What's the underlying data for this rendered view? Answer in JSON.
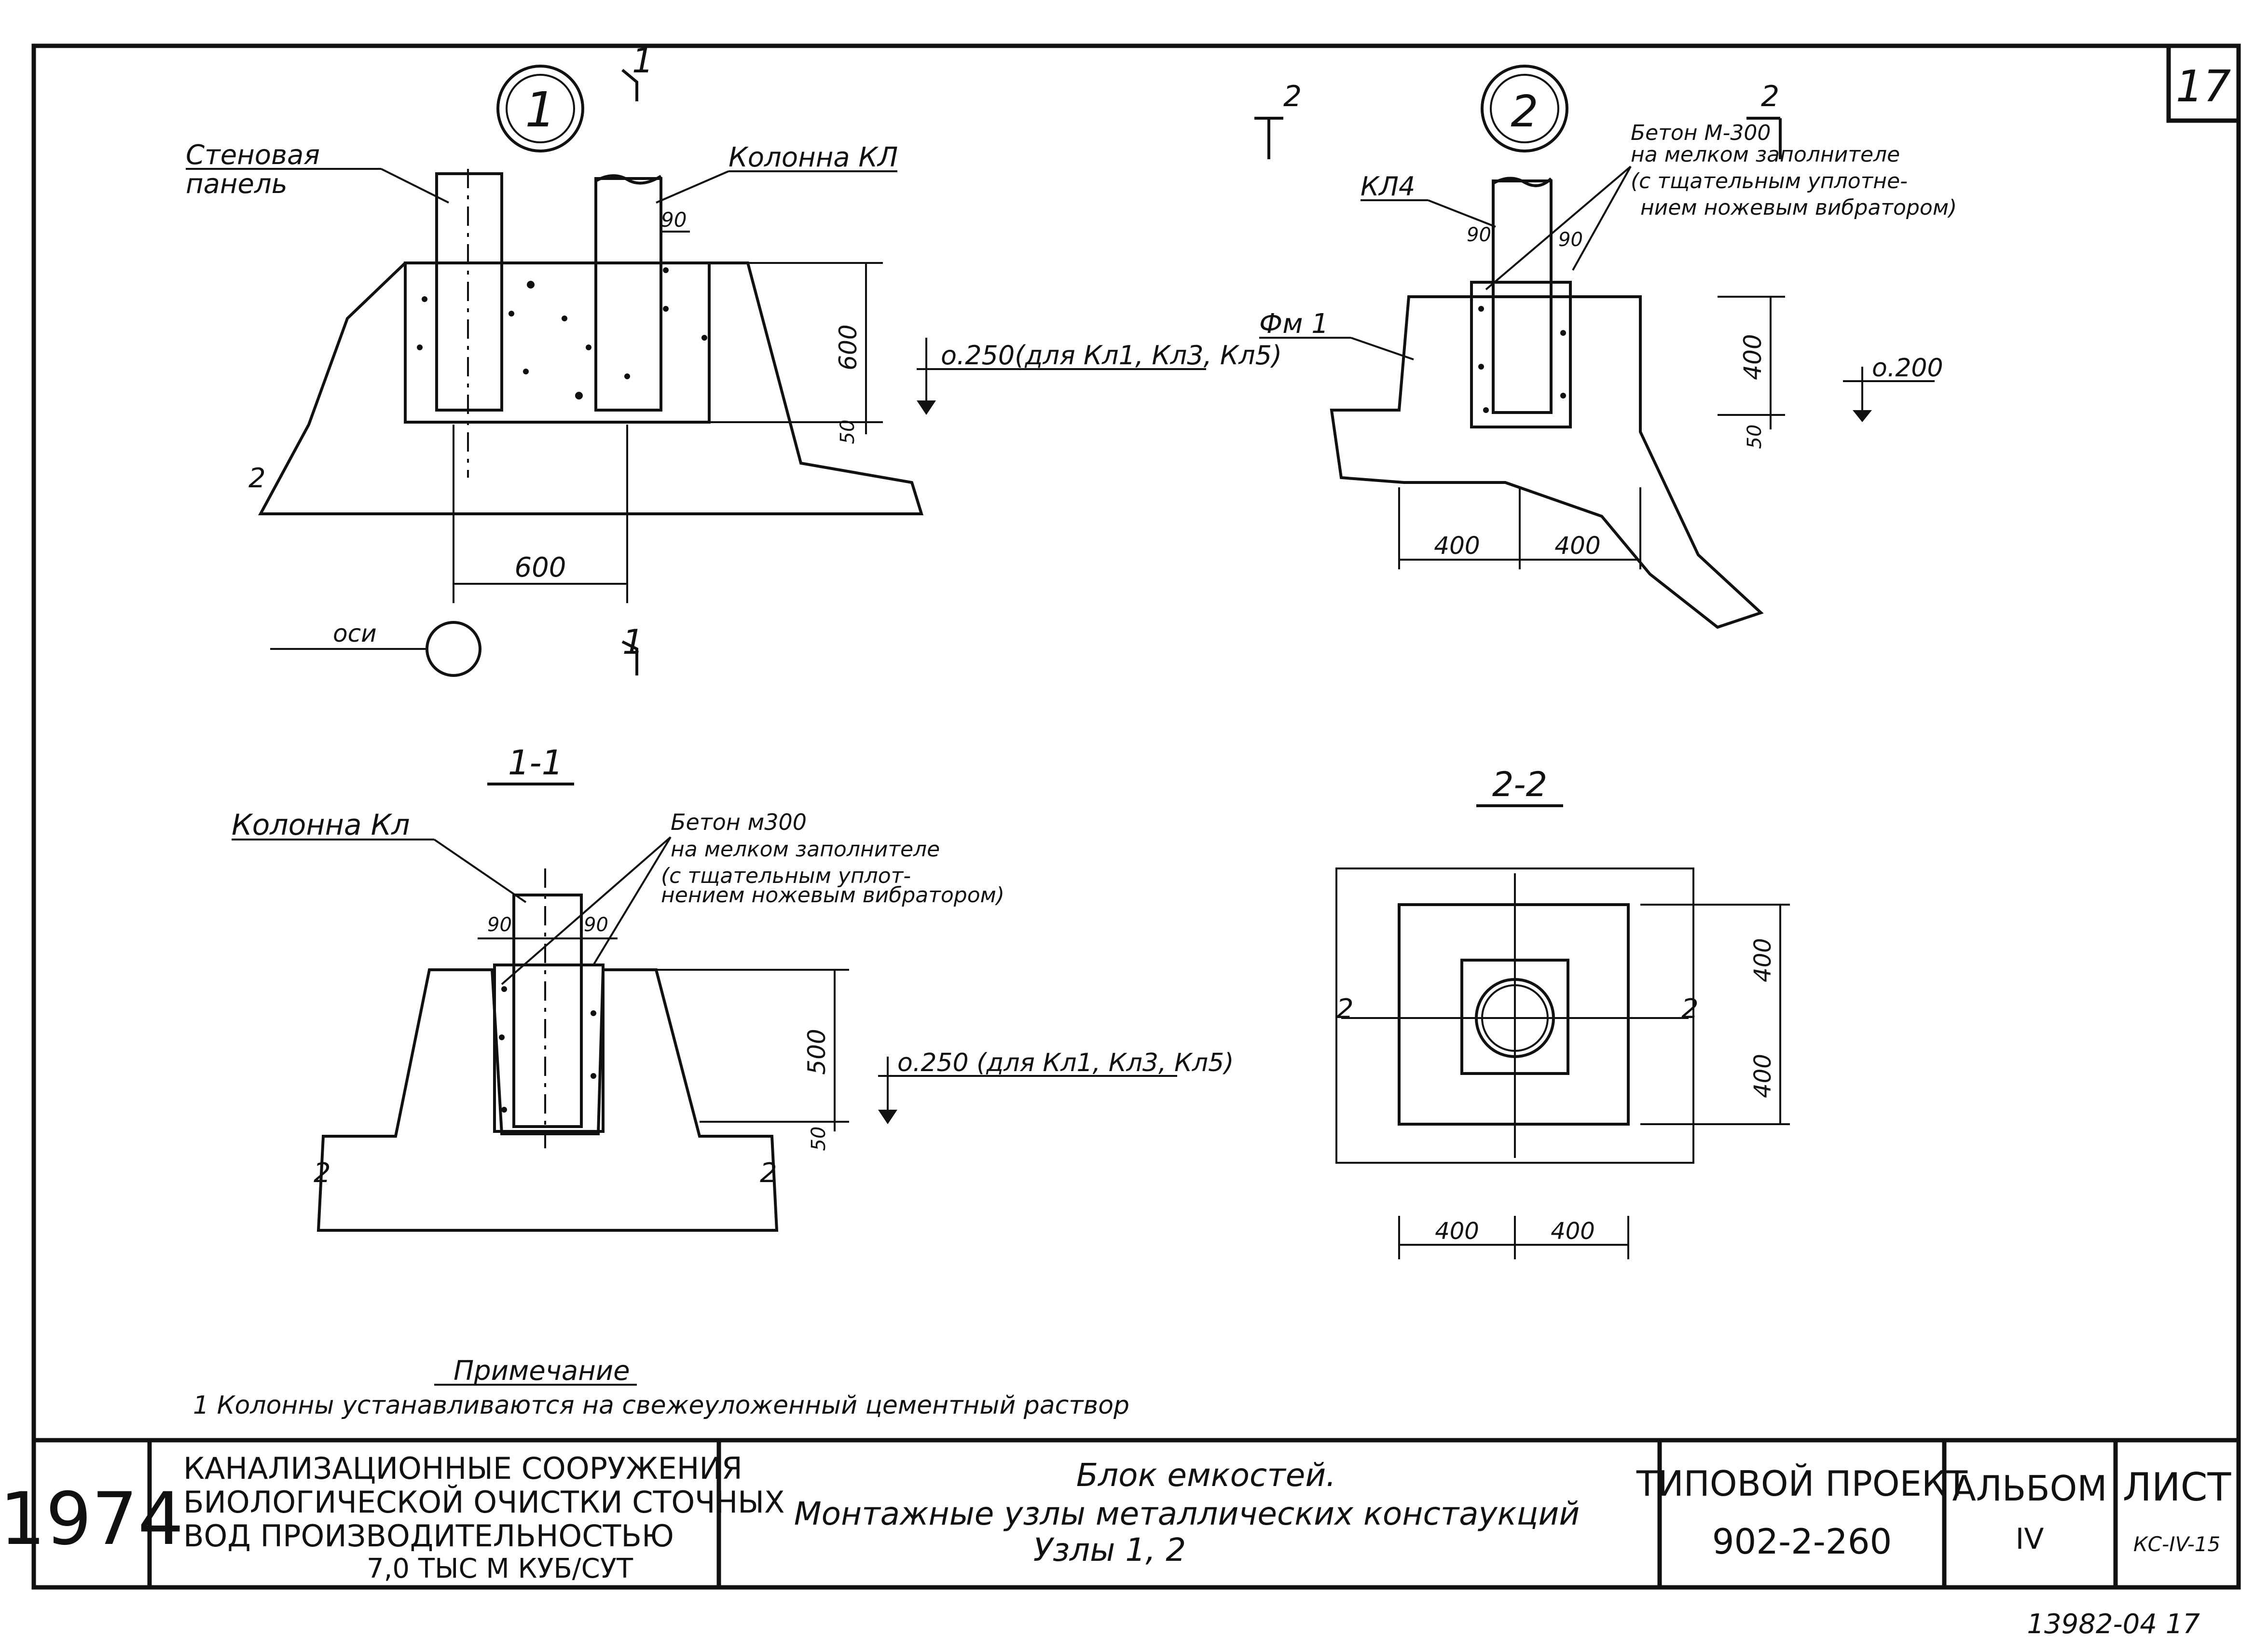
{
  "sheet_number": "17",
  "callout_1": "1",
  "callout_2": "2",
  "section_marks": {
    "s1": "1",
    "s2": "2"
  },
  "node1": {
    "wall_panel_label_1": "Стеновая",
    "wall_panel_label_2": "панель",
    "column_label": "Колонна КЛ",
    "dim_90": "90",
    "dim_600_vert": "600",
    "dim_50": "50",
    "level_label": "о.250(для Кл1, Кл3, Кл5)",
    "dim_600_horiz": "600",
    "axis_label": "оси",
    "mark_2": "2"
  },
  "node2": {
    "column_label": "КЛ4",
    "concrete_1": "Бетон М-300",
    "concrete_2": "на мелком заполнителе",
    "concrete_3": "(с тщательным уплотне-",
    "concrete_4": "нием ножевым вибратором)",
    "dim_90a": "90",
    "dim_90b": "90",
    "fm_label": "Фм 1",
    "dim_400_vert": "400",
    "dim_50": "50",
    "level_label": "о.200",
    "dim_400_left": "400",
    "dim_400_right": "400"
  },
  "section11": {
    "title": "1-1",
    "column_label": "Колонна Кл",
    "concrete_1": "Бетон м300",
    "concrete_2": "на мелком заполнителе",
    "concrete_3": "(с тщательным уплот-",
    "concrete_4": "нением ножевым вибратором)",
    "dim_90a": "90",
    "dim_90b": "90",
    "dim_500": "500",
    "dim_50": "50",
    "level_label": "о.250 (для Кл1, Кл3, Кл5)",
    "mark_left": "2",
    "mark_right": "2"
  },
  "section22": {
    "title": "2-2",
    "dim_400_top": "400",
    "dim_400_bottom": "400",
    "dim_400_left": "400",
    "dim_400_right": "400",
    "mark_left": "2",
    "mark_right": "2"
  },
  "note": {
    "heading": "Примечание",
    "text": "1 Колонны устанавливаются на свежеуложенный цементный раствор"
  },
  "title_block": {
    "year": "1974",
    "project_line_1": "КАНАЛИЗАЦИОННЫЕ СООРУЖЕНИЯ",
    "project_line_2": "БИОЛОГИЧЕСКОЙ ОЧИСТКИ СТОЧНЫХ",
    "project_line_3": "ВОД ПРОИЗВОДИТЕЛЬНОСТЬЮ",
    "project_line_4": "7,0 ТЫС М КУБ/СУТ",
    "title_1": "Блок емкостей.",
    "title_2": "Монтажные узлы металлических констаукций",
    "title_3": "Узлы 1, 2",
    "typical_project_label": "ТИПОВОЙ ПРОЕКТ",
    "typical_project_number": "902-2-260",
    "album_label": "АЛЬБОМ",
    "album_number": "IV",
    "sheet_label": "ЛИСТ",
    "sheet_code": "КС-IV-15"
  },
  "footer_stamp": "13982-04  17"
}
